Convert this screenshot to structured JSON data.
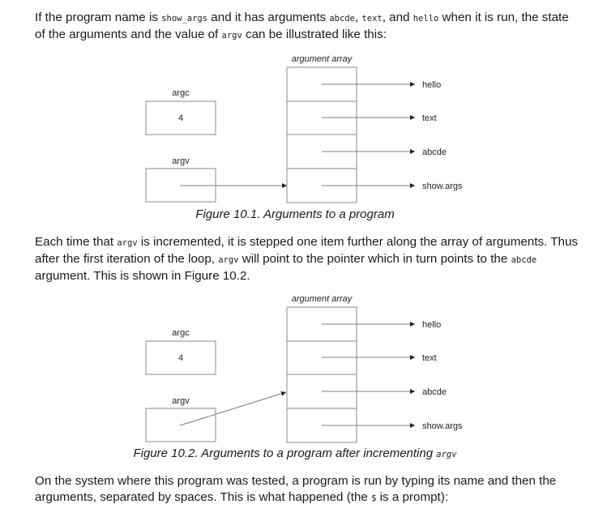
{
  "para1": {
    "t1": "If the program name is ",
    "c1": "show_args",
    "t2": " and it has arguments ",
    "c2": "abcde",
    "t3": ", ",
    "c3": "text",
    "t4": ", and ",
    "c4": "hello",
    "t5": " when it is run, the state of the arguments and the value of ",
    "c5": "argv",
    "t6": " can be illustrated like this:"
  },
  "figure1": {
    "array_label": "argument array",
    "argc_label": "argc",
    "argc_value": "4",
    "argv_label": "argv",
    "items": [
      "hello",
      "text",
      "abcde",
      "show.args"
    ],
    "caption": "Figure 10.1. Arguments to a program"
  },
  "para2": {
    "t1": "Each time that ",
    "c1": "argv",
    "t2": " is incremented, it is stepped one item further along the array of arguments. Thus after the first iteration of the loop, ",
    "c2": "argv",
    "t3": " will point to the pointer which in turn points to the ",
    "c3": "abcde",
    "t4": " argument. This is shown in Figure 10.2."
  },
  "figure2": {
    "array_label": "argument array",
    "argc_label": "argc",
    "argc_value": "4",
    "argv_label": "argv",
    "items": [
      "hello",
      "text",
      "abcde",
      "show.args"
    ],
    "caption_text": "Figure 10.2. Arguments to a program after incrementing ",
    "caption_code": "argv"
  },
  "para3": {
    "t1": "On the system where this program was tested, a program is run by typing its name and then the arguments, separated by spaces. This is what happened (the ",
    "c1": "$",
    "t2": " is a prompt):"
  }
}
